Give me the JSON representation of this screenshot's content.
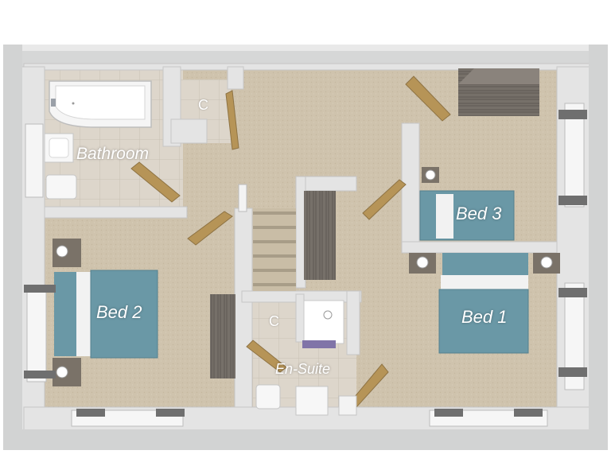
{
  "rooms": {
    "bathroom": "Bathroom",
    "bed3": "Bed 3",
    "bed2": "Bed 2",
    "bed1": "Bed 1",
    "ensuite": "En-Suite",
    "cupboard_top": "C",
    "cupboard_mid": "C"
  },
  "colors": {
    "wall": "#d7d8d8",
    "wall_top": "#efefef",
    "carpet": "#cfc3ad",
    "tile": "#ddd7cd",
    "bed_blue": "#6a98a6",
    "pillow": "#f2f2f2",
    "wood": "#b69457",
    "dark_wood": "#6e6863",
    "radiator": "#6f6f6f"
  }
}
